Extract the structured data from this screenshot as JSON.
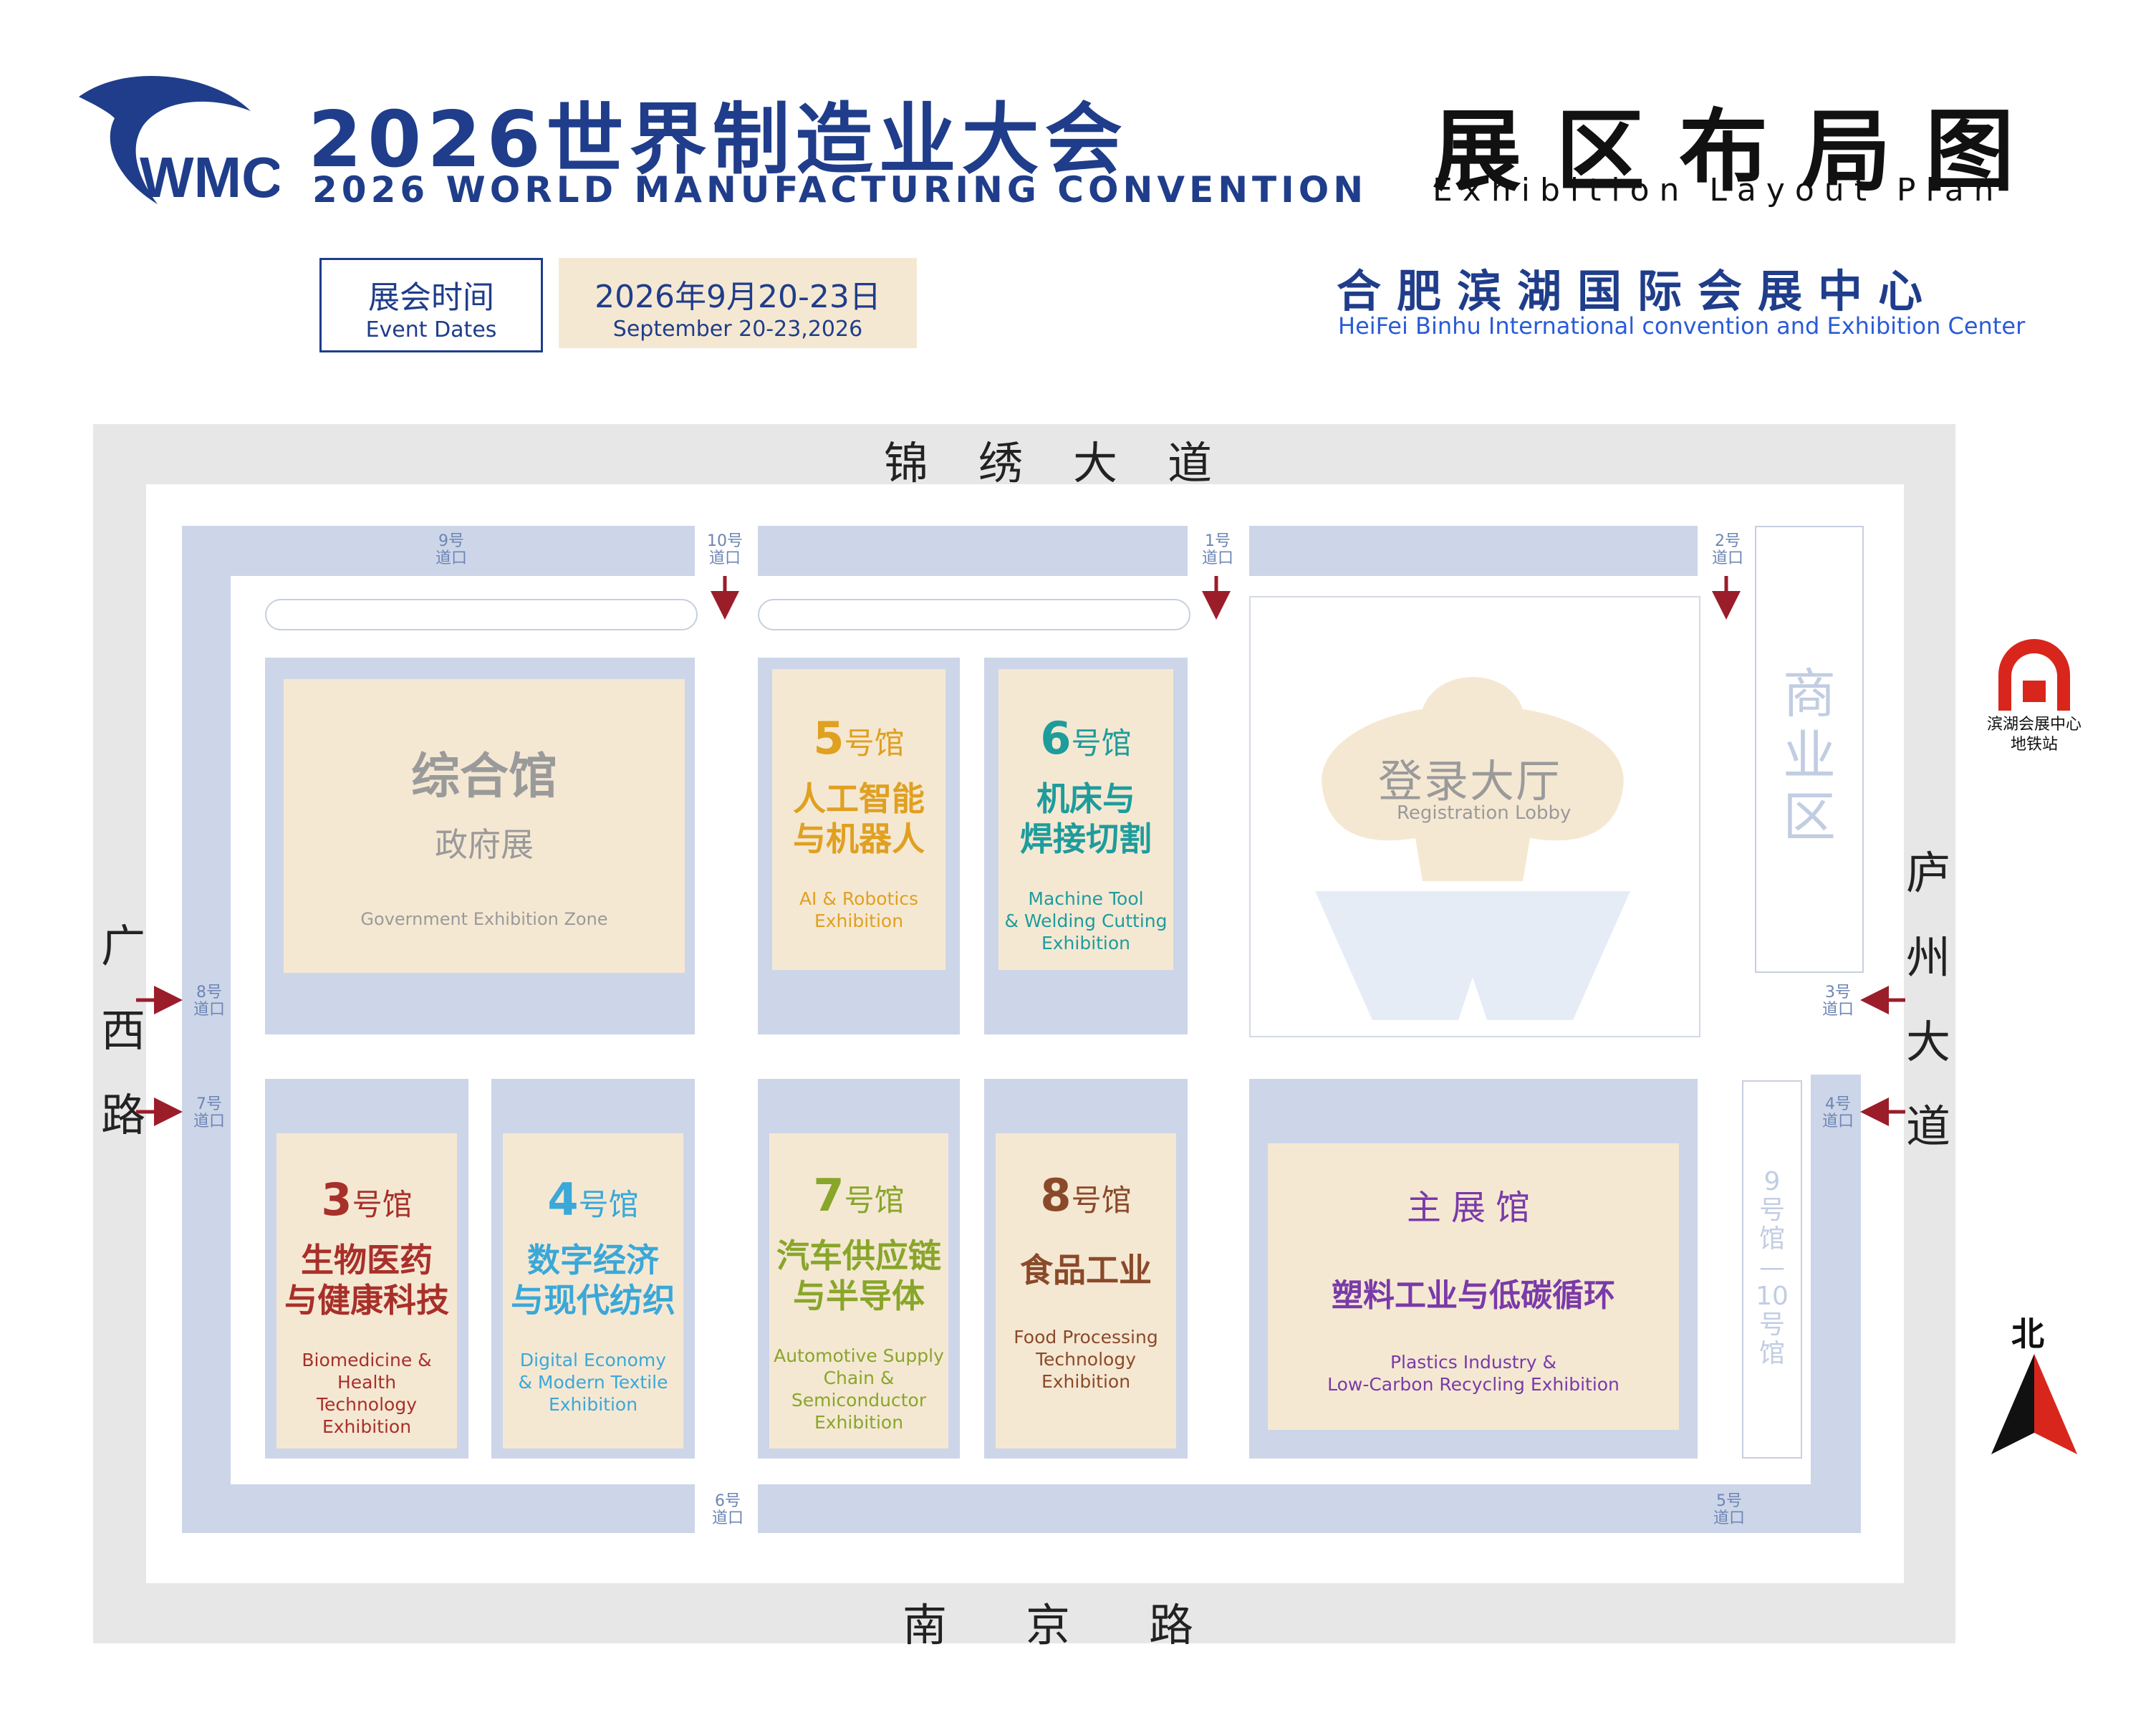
{
  "header": {
    "logo_text": "WMC",
    "title_cn": "2026世界制造业大会",
    "title_en": "2026 WORLD MANUFACTURING CONVENTION",
    "plan_cn": "展区布局图",
    "plan_en": "Exhibition Layout Plan",
    "dates_label_cn": "展会时间",
    "dates_label_en": "Event Dates",
    "dates_value_cn": "2026年9月20-23日",
    "dates_value_en": "September 20-23,2026",
    "venue_cn": "合肥滨湖国际会展中心",
    "venue_en": "HeiFei Binhu International convention and Exhibition Center"
  },
  "roads": {
    "north": "锦绣大道",
    "south": "南京路",
    "west": [
      "广",
      "西",
      "路"
    ],
    "east": [
      "庐",
      "州",
      "大",
      "道"
    ]
  },
  "gates": {
    "g1": [
      "1号",
      "道口"
    ],
    "g2": [
      "2号",
      "道口"
    ],
    "g3": [
      "3号",
      "道口"
    ],
    "g4": [
      "4号",
      "道口"
    ],
    "g5": [
      "5号",
      "道口"
    ],
    "g6": [
      "6号",
      "道口"
    ],
    "g7": [
      "7号",
      "道口"
    ],
    "g8": [
      "8号",
      "道口"
    ],
    "g9": [
      "9号",
      "道口"
    ],
    "g10": [
      "10号",
      "道口"
    ]
  },
  "halls": {
    "general": {
      "title": "综合馆",
      "sub": "政府展",
      "en": "Government Exhibition Zone",
      "color": "#9a9a9a"
    },
    "h5": {
      "num": "5",
      "suffix": "号馆",
      "cn": [
        "人工智能",
        "与机器人"
      ],
      "en": [
        "AI & Robotics",
        "Exhibition"
      ],
      "color": "#e0a020"
    },
    "h6": {
      "num": "6",
      "suffix": "号馆",
      "cn": [
        "机床与",
        "焊接切割"
      ],
      "en": [
        "Machine Tool",
        "& Welding Cutting",
        "Exhibition"
      ],
      "color": "#1e9c9c"
    },
    "lobby": {
      "cn": "登录大厅",
      "en": "Registration Lobby"
    },
    "commercial": {
      "chars": [
        "商",
        "业",
        "区"
      ]
    },
    "h3": {
      "num": "3",
      "suffix": "号馆",
      "cn": [
        "生物医药",
        "与健康科技"
      ],
      "en": [
        "Biomedicine & Health",
        "Technology Exhibition"
      ],
      "color": "#a8302a"
    },
    "h4": {
      "num": "4",
      "suffix": "号馆",
      "cn": [
        "数字经济",
        "与现代纺织"
      ],
      "en": [
        "Digital Economy",
        "& Modern Textile",
        "Exhibition"
      ],
      "color": "#3aa8d8"
    },
    "h7": {
      "num": "7",
      "suffix": "号馆",
      "cn": [
        "汽车供应链",
        "与半导体"
      ],
      "en": [
        "Automotive Supply",
        "Chain & Semiconductor",
        "Exhibition"
      ],
      "color": "#88a62a"
    },
    "h8": {
      "num": "8",
      "suffix": "号馆",
      "cn": [
        "食品工业"
      ],
      "en": [
        "Food Processing",
        "Technology Exhibition"
      ],
      "color": "#8a4a2a"
    },
    "main": {
      "title": "主展馆",
      "cn": "塑料工业与低碳循环",
      "en": [
        "Plastics Industry &",
        "Low-Carbon Recycling Exhibition"
      ],
      "color": "#7a3aa8"
    },
    "h9_10": {
      "chars": [
        "9",
        "号",
        "馆",
        "—",
        "10",
        "号",
        "馆"
      ]
    }
  },
  "metro": {
    "label": [
      "滨湖会展中心",
      "地铁站"
    ],
    "color": "#d9261c"
  },
  "compass": {
    "label": "北"
  },
  "colors": {
    "navy": "#1f3d8a",
    "road": "#e7e7e7",
    "band": "#ccd6e8",
    "hall": "#f5e8d3",
    "arrow": "#9b1d2a"
  }
}
